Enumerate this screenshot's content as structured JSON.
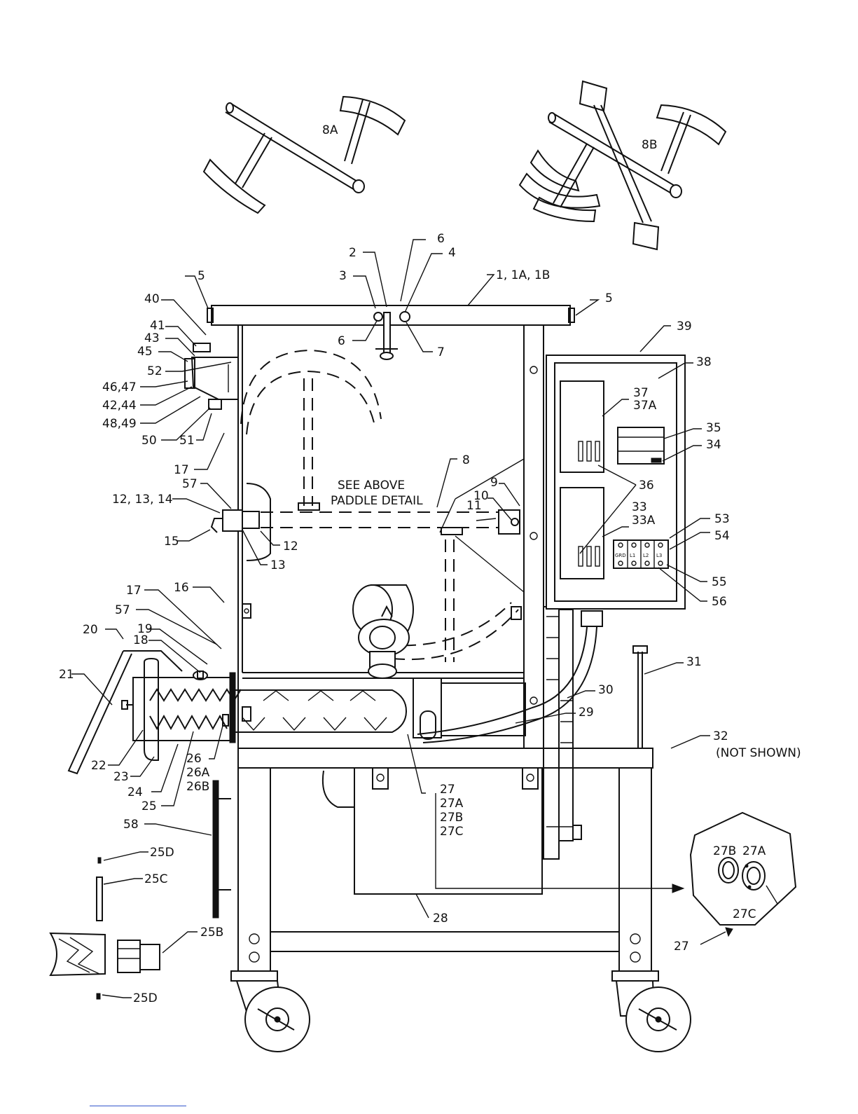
{
  "labels": {
    "l8A": "8A",
    "l8B": "8B",
    "l1": "1, 1A, 1B",
    "l2": "2",
    "l3": "3",
    "l4": "4",
    "l5a": "5",
    "l5b": "5",
    "l6a": "6",
    "l6b": "6",
    "l7": "7",
    "l8": "8",
    "l9": "9",
    "l10": "10",
    "l11": "11",
    "l12a": "12, 13, 14",
    "l12b": "12",
    "l13": "13",
    "l15": "15",
    "l16": "16",
    "l17a": "17",
    "l17b": "17",
    "l18": "18",
    "l19": "19",
    "l20": "20",
    "l21": "21",
    "l22": "22",
    "l23": "23",
    "l24": "24",
    "l25": "25",
    "l25B": "25B",
    "l25C": "25C",
    "l25Da": "25D",
    "l25Db": "25D",
    "l26": "26",
    "l26A": "26A",
    "l26B": "26B",
    "l27": "27",
    "l27A": "27A",
    "l27B": "27B",
    "l27C": "27C",
    "l27z": "27",
    "l27Ad": "27A",
    "l27Bd": "27B",
    "l27Cd": "27C",
    "l28": "28",
    "l29": "29",
    "l30": "30",
    "l31": "31",
    "l32": "32",
    "l32n": "(NOT SHOWN)",
    "l33": "33",
    "l33A": "33A",
    "l34": "34",
    "l35": "35",
    "l36": "36",
    "l37": "37",
    "l37A": "37A",
    "l38": "38",
    "l39": "39",
    "l40": "40",
    "l41": "41",
    "l42": "42,44",
    "l43": "43",
    "l45": "45",
    "l46": "46,47",
    "l48": "48,49",
    "l50": "50",
    "l51": "51",
    "l52": "52",
    "l53": "53",
    "l54": "54",
    "l55": "55",
    "l56": "56",
    "l57a": "57",
    "l57b": "57",
    "l58": "58"
  },
  "note": {
    "line1": "SEE ABOVE",
    "line2": "PADDLE DETAIL"
  },
  "terminals": [
    "GRD",
    "L1",
    "L2",
    "L3"
  ]
}
